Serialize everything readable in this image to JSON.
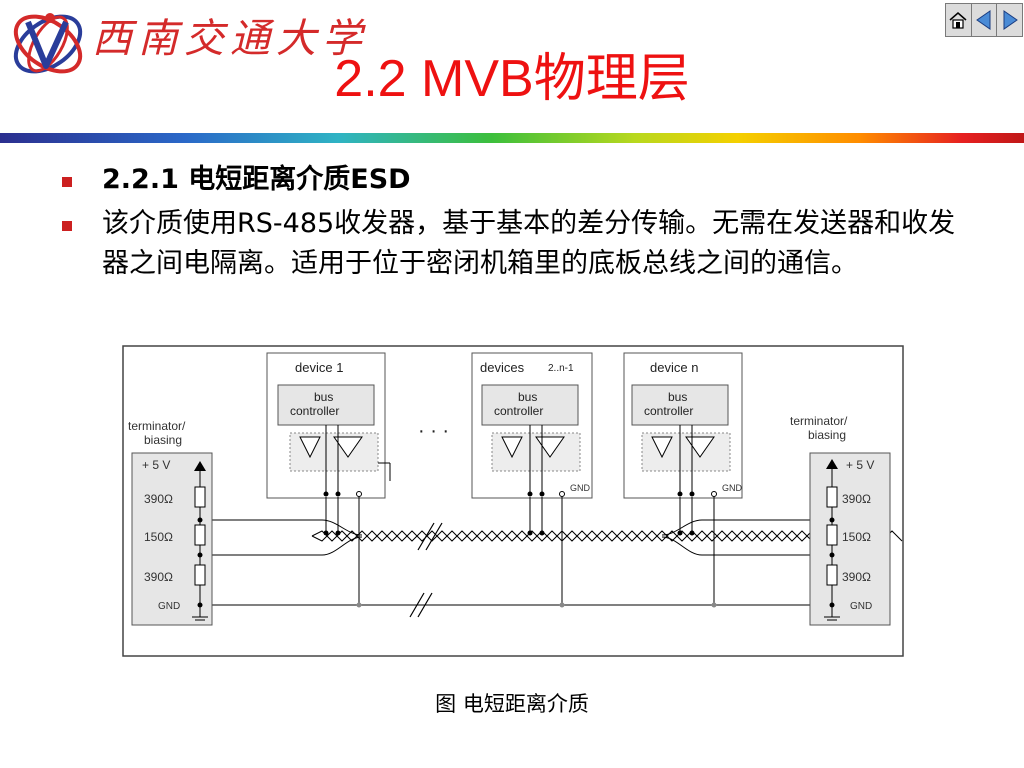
{
  "header": {
    "university_name": "西南交通大学",
    "title": "2.2 MVB物理层"
  },
  "nav": {
    "icons": [
      "home-icon",
      "prev-arrow-icon",
      "next-arrow-icon"
    ]
  },
  "bullets": [
    {
      "text": "2.2.1 电短距离介质ESD"
    },
    {
      "text": "该介质使用RS-485收发器，基于基本的差分传输。无需在发送器和收发器之间电隔离。适用于位于密闭机箱里的底板总线之间的通信。"
    }
  ],
  "figure": {
    "device1_label": "device 1",
    "devices_mid_label": "devices",
    "devices_mid_suffix": "2..n-1",
    "devicen_label": "device n",
    "bus_controller_line1": "bus",
    "bus_controller_line2": "controller",
    "ellipsis": "· · ·",
    "gnd": "GND",
    "terminator_line1": "terminator/",
    "terminator_line2": "biasing",
    "plus5v": "+ 5 V",
    "r390": "390Ω",
    "r150": "150Ω",
    "caption": "图 电短距离介质"
  },
  "colors": {
    "title": "#ee1111",
    "bullet": "#cc2020",
    "logo_red": "#d42a2a",
    "logo_blue": "#2a3d9a"
  }
}
